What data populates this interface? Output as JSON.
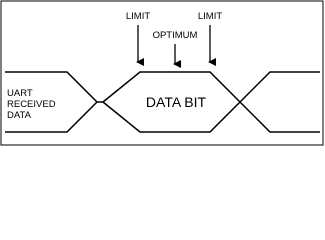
{
  "labels": {
    "limit_left": "LIMIT",
    "limit_right": "LIMIT",
    "optimum": "OPTIMUM",
    "signal_line1": "UART",
    "signal_line2": "RECEIVED",
    "signal_line3": "DATA",
    "data_bit": "DATA BIT"
  },
  "colors": {
    "stroke": "#000000",
    "background": "#ffffff"
  }
}
